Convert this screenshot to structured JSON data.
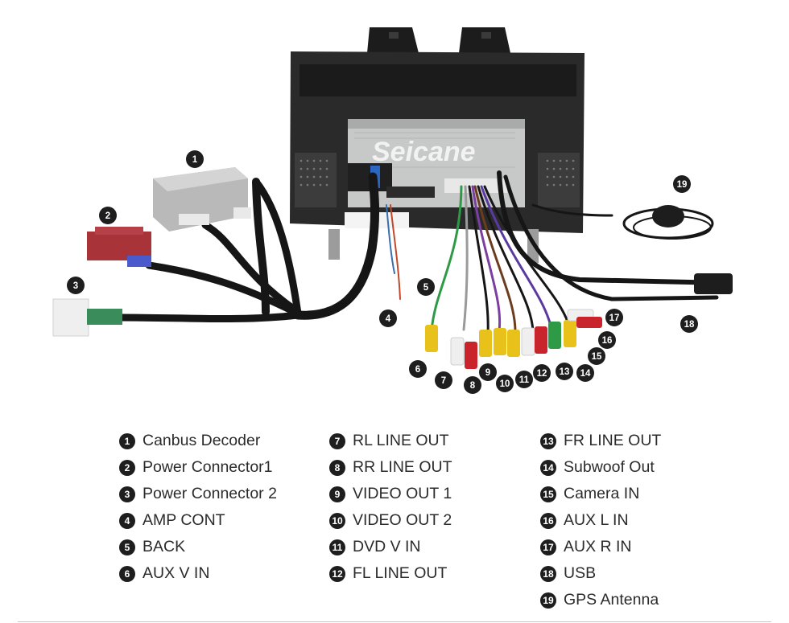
{
  "brand": "Seicane",
  "numbers": [
    "1",
    "2",
    "3",
    "4",
    "5",
    "6",
    "7",
    "8",
    "9",
    "10",
    "11",
    "12",
    "13",
    "14",
    "15",
    "16",
    "17",
    "18",
    "19"
  ],
  "legend": [
    {
      "num": "1",
      "label": "Canbus Decoder"
    },
    {
      "num": "2",
      "label": "Power Connector1"
    },
    {
      "num": "3",
      "label": "Power Connector 2"
    },
    {
      "num": "4",
      "label": "AMP CONT"
    },
    {
      "num": "5",
      "label": "BACK"
    },
    {
      "num": "6",
      "label": "AUX V IN"
    },
    {
      "num": "7",
      "label": "RL LINE OUT"
    },
    {
      "num": "8",
      "label": "RR LINE OUT"
    },
    {
      "num": "9",
      "label": "VIDEO OUT 1"
    },
    {
      "num": "10",
      "label": "VIDEO OUT 2"
    },
    {
      "num": "11",
      "label": "DVD V IN"
    },
    {
      "num": "12",
      "label": "FL LINE OUT"
    },
    {
      "num": "13",
      "label": "FR LINE OUT"
    },
    {
      "num": "14",
      "label": "Subwoof Out"
    },
    {
      "num": "15",
      "label": "Camera IN"
    },
    {
      "num": "16",
      "label": "AUX L IN"
    },
    {
      "num": "17",
      "label": "AUX R IN"
    },
    {
      "num": "18",
      "label": "USB"
    },
    {
      "num": "19",
      "label": "GPS Antenna"
    }
  ],
  "colors": {
    "plug_red": "#c9242b",
    "plug_yellow": "#e8c21a",
    "plug_white": "#efefef",
    "plug_green": "#2e9a46",
    "connector_red": "#a8343a",
    "wire_black": "#161616",
    "unit_dark": "#2a2a2a",
    "board_grey": "#c7c9c8"
  }
}
